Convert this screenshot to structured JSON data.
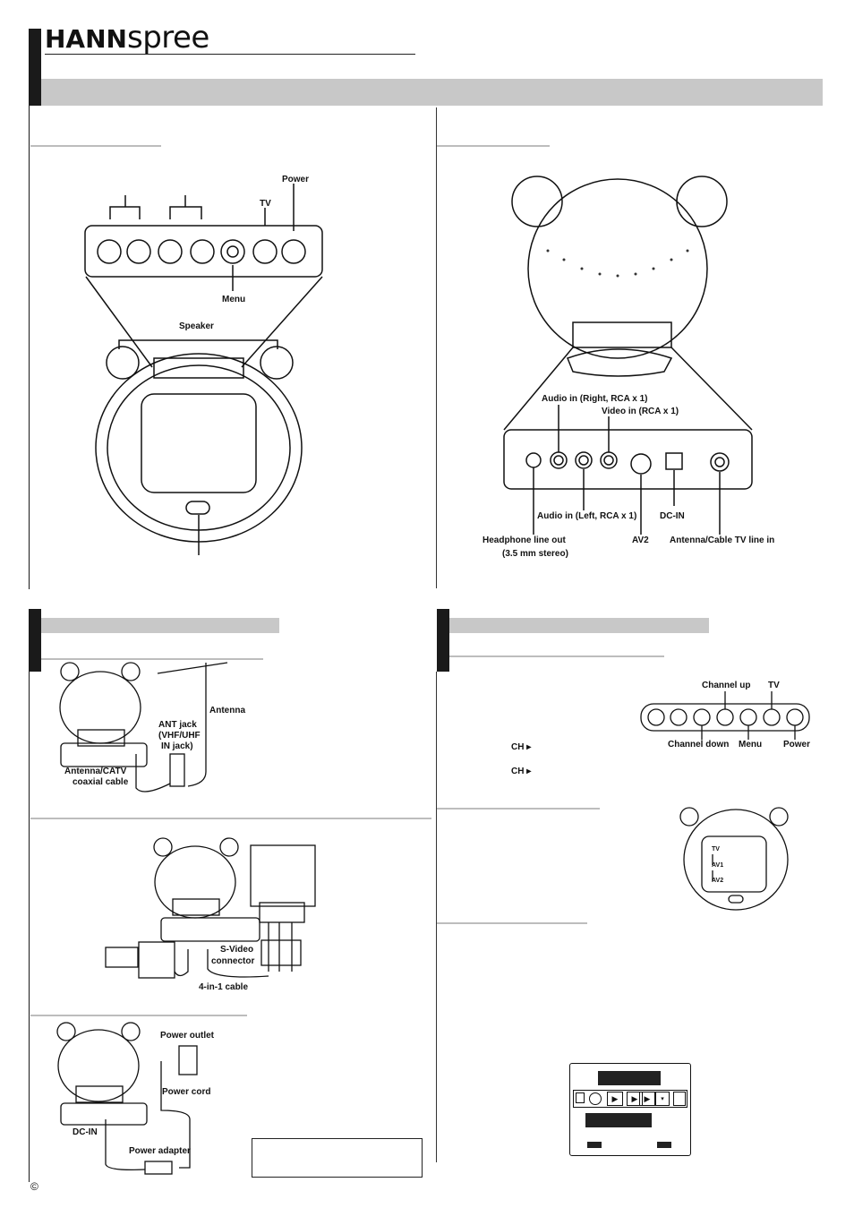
{
  "header": {
    "brand_bold": "HANN",
    "brand_light": "spree"
  },
  "front_view": {
    "labels": {
      "power": "Power",
      "tv": "TV",
      "menu": "Menu",
      "speaker": "Speaker"
    }
  },
  "rear_view": {
    "labels": {
      "audio_in_right": "Audio in (Right, RCA x 1)",
      "video_in": "Video in (RCA x 1)",
      "audio_in_left": "Audio in (Left, RCA x 1)",
      "dc_in": "DC-IN",
      "headphone": "Headphone line out",
      "headphone_sub": "(3.5 mm stereo)",
      "av2": "AV2",
      "antenna": "Antenna/Cable TV line in"
    }
  },
  "connections": {
    "antenna": {
      "ant_jack": "ANT jack",
      "ant_jack_2": "(VHF/UHF",
      "ant_jack_3": "IN jack)",
      "antenna": "Antenna",
      "cable": "Antenna/CATV",
      "cable_2": "coaxial cable"
    },
    "av": {
      "svideo": "S-Video",
      "svideo_2": "connector",
      "cable": "4-in-1 cable"
    },
    "power": {
      "outlet": "Power outlet",
      "cord": "Power cord",
      "dc_in": "DC-IN",
      "adapter": "Power adapter"
    }
  },
  "operation": {
    "labels": {
      "channel_up": "Channel up",
      "tv": "TV",
      "channel_down": "Channel down",
      "menu": "Menu",
      "power": "Power",
      "ch1": "CH",
      "ch2": "CH"
    },
    "input_cycle": [
      "TV",
      "AV1",
      "AV2"
    ]
  },
  "footer": {
    "copyright": "©"
  }
}
